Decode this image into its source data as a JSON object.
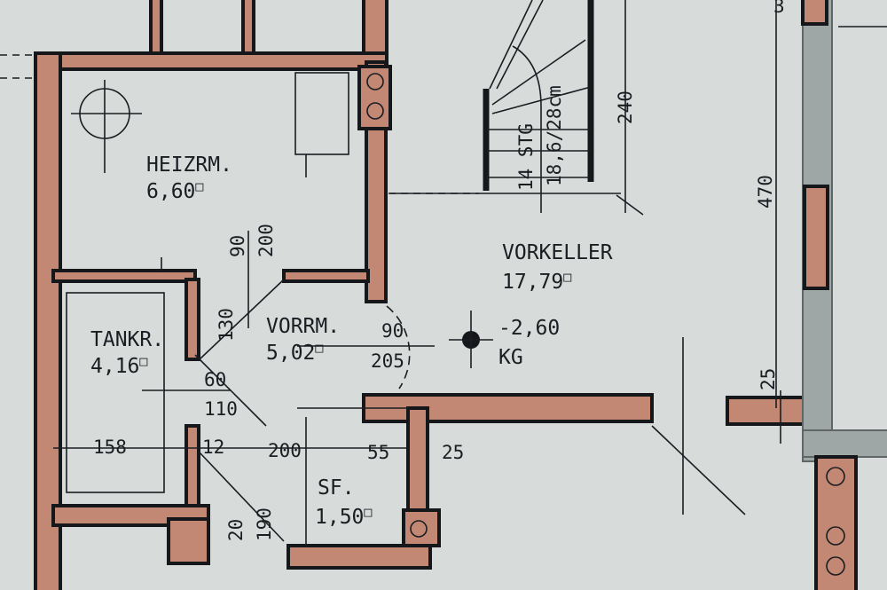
{
  "title": "Kellergeschoss Grundriss",
  "rooms": [
    {
      "name": "HEIZRM.",
      "area": "6,60"
    },
    {
      "name": "TANKR.",
      "area": "4,16"
    },
    {
      "name": "VORRM.",
      "area": "5,02"
    },
    {
      "name": "SF.",
      "area": "1,50"
    },
    {
      "name": "VORKELLER",
      "area": "17,79"
    }
  ],
  "area_symbol": "□",
  "stair": {
    "steps": "14 STG",
    "rise_run": "18,6/28cm"
  },
  "level": {
    "value": "-2,60",
    "label": "KG"
  },
  "dimensions": {
    "heiz_door_width": "90",
    "heiz_door_height": "200",
    "tank_door_width": "130",
    "tank_opening_width": "60",
    "tank_opening_height": "110",
    "vorrm_door_width": "90",
    "vorrm_door_height": "205",
    "tank_width": "158",
    "wall_12": "12",
    "vorrm_width": "200",
    "sf_width": "55",
    "wall_25": "25",
    "sf_door_width": "20",
    "sf_door_height": "190",
    "stair_length": "240",
    "vorkeller_depth": "470",
    "right_wall": "25",
    "top_right": "3"
  },
  "colors": {
    "paper": "#d7dcda",
    "brick": "#c28873",
    "ink": "#15171b",
    "concrete": "#9ea6a6"
  }
}
